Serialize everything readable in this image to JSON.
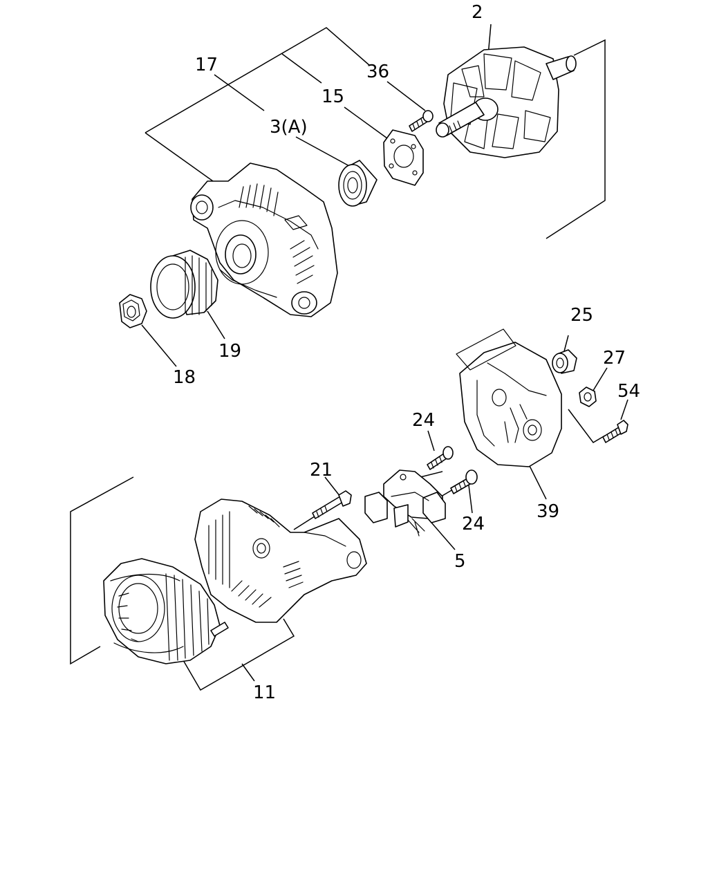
{
  "diagram": {
    "callouts": {
      "c2": "2",
      "c17": "17",
      "c36": "36",
      "c15": "15",
      "c3a": "3(A)",
      "c19": "19",
      "c18": "18",
      "c25": "25",
      "c27": "27",
      "c54": "54",
      "c24a": "24",
      "c24b": "24",
      "c21": "21",
      "c39": "39",
      "c5": "5",
      "c11": "11"
    }
  }
}
